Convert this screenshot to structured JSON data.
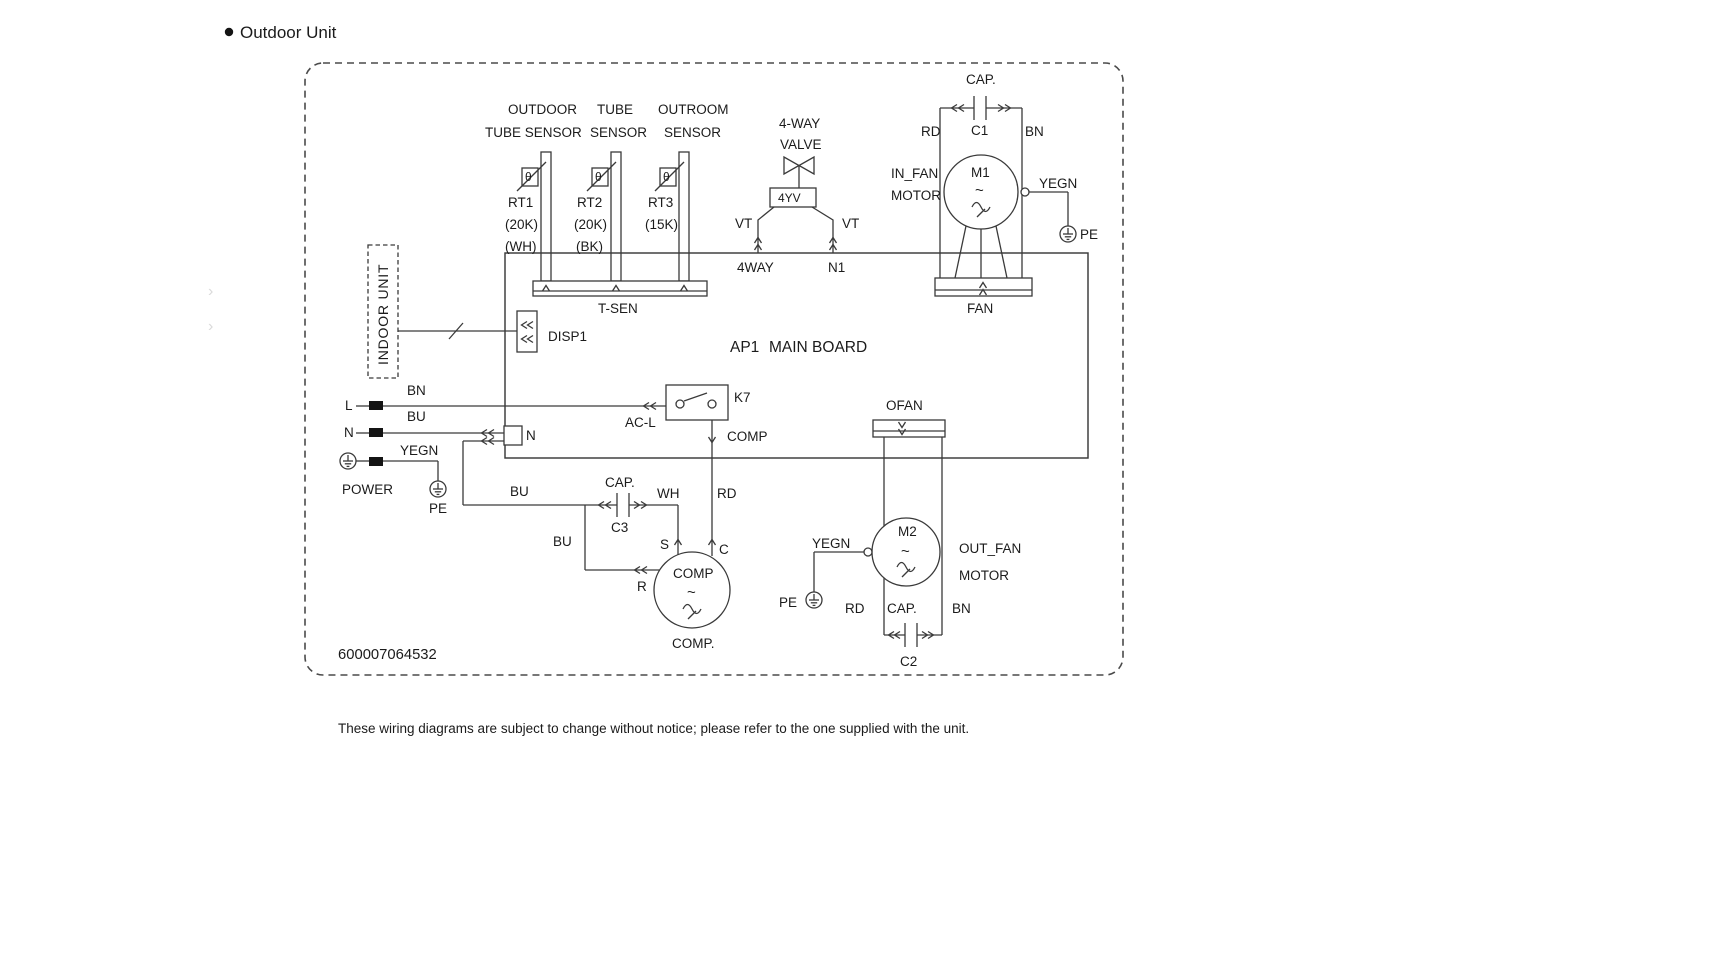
{
  "page": {
    "title": "Outdoor Unit",
    "part_number": "600007064532",
    "note": "These wiring diagrams are subject to change without notice; please refer to the one supplied with the unit."
  },
  "artifacts": {
    "chevron": "›"
  },
  "indoor_unit": {
    "label": "INDOOR UNIT"
  },
  "board": {
    "ref": "AP1",
    "name": "MAIN BOARD"
  },
  "sensors": {
    "theta": "θ",
    "connector": "T-SEN",
    "s1": {
      "name1": "OUTDOOR",
      "name2": "TUBE SENSOR",
      "ref": "RT1",
      "spec": "(20K)",
      "wire": "(WH)"
    },
    "s2": {
      "name1": "TUBE",
      "name2": "SENSOR",
      "ref": "RT2",
      "spec": "(20K)",
      "wire": "(BK)"
    },
    "s3": {
      "name1": "OUTROOM",
      "name2": "SENSOR",
      "ref": "RT3",
      "spec": "(15K)"
    }
  },
  "valve": {
    "name1": "4-WAY",
    "name2": "VALVE",
    "ref": "4YV",
    "vt_left": "VT",
    "vt_right": "VT",
    "pin_left": "4WAY",
    "pin_right": "N1"
  },
  "in_fan": {
    "name1": "IN_FAN",
    "name2": "MOTOR",
    "ref": "M1",
    "sine": "~",
    "cap": "CAP.",
    "cap_ref": "C1",
    "rd": "RD",
    "bn": "BN",
    "yegn": "YEGN",
    "pe": "PE",
    "connector": "FAN"
  },
  "display": {
    "connector": "DISP1"
  },
  "power": {
    "l": "L",
    "n": "N",
    "bn": "BN",
    "bu": "BU",
    "yegn": "YEGN",
    "label": "POWER",
    "pe": "PE",
    "n_pin": "N"
  },
  "relay": {
    "ref": "K7",
    "input": "AC-L",
    "output": "COMP"
  },
  "compressor": {
    "cap": "CAP.",
    "cap_ref": "C3",
    "bu_feed": "BU",
    "bu_branch": "BU",
    "wh": "WH",
    "rd": "RD",
    "s": "S",
    "c": "C",
    "r": "R",
    "ref": "COMP",
    "sine": "~",
    "label": "COMP."
  },
  "out_fan": {
    "connector": "OFAN",
    "ref": "M2",
    "sine": "~",
    "name1": "OUT_FAN",
    "name2": "MOTOR",
    "yegn": "YEGN",
    "pe": "PE",
    "rd": "RD",
    "cap": "CAP.",
    "cap_ref": "C2",
    "bn": "BN"
  }
}
